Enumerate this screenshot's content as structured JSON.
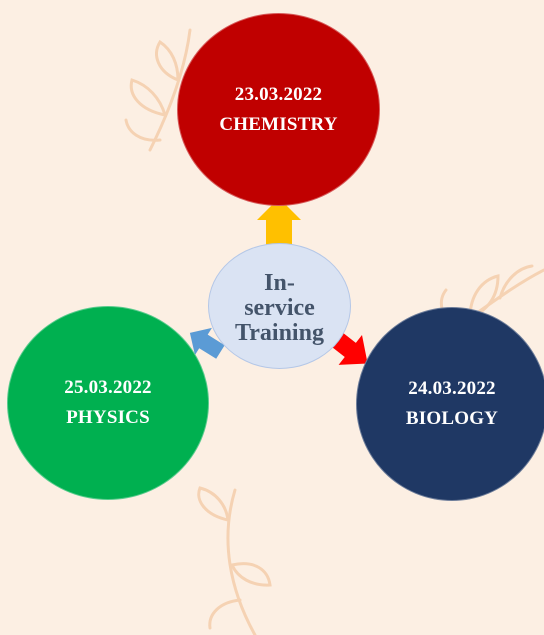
{
  "colors": {
    "background": "#fcefe3",
    "chemistry": "#c00000",
    "biology": "#1f3864",
    "physics": "#00b050",
    "hub": "#dae3f3",
    "hub_text": "#44546a",
    "arrow_up": "#ffc000",
    "arrow_right": "#ff0000",
    "arrow_left": "#5b9bd5",
    "leaf_deco": "#f5cfae"
  },
  "hub": {
    "lines": [
      "In-",
      "service",
      "Training"
    ]
  },
  "nodes": {
    "chemistry": {
      "date": "23.03.2022",
      "subject": "CHEMISTRY"
    },
    "biology": {
      "date": "24.03.2022",
      "subject": "BIOLOGY"
    },
    "physics": {
      "date": "25.03.2022",
      "subject": "PHYSICS"
    }
  },
  "icons": {
    "arrow_to_chemistry": "arrow-up-icon",
    "arrow_to_biology": "arrow-down-right-icon",
    "arrow_to_physics": "arrow-down-left-icon",
    "background_leaves": "leaf-branch-icon"
  }
}
